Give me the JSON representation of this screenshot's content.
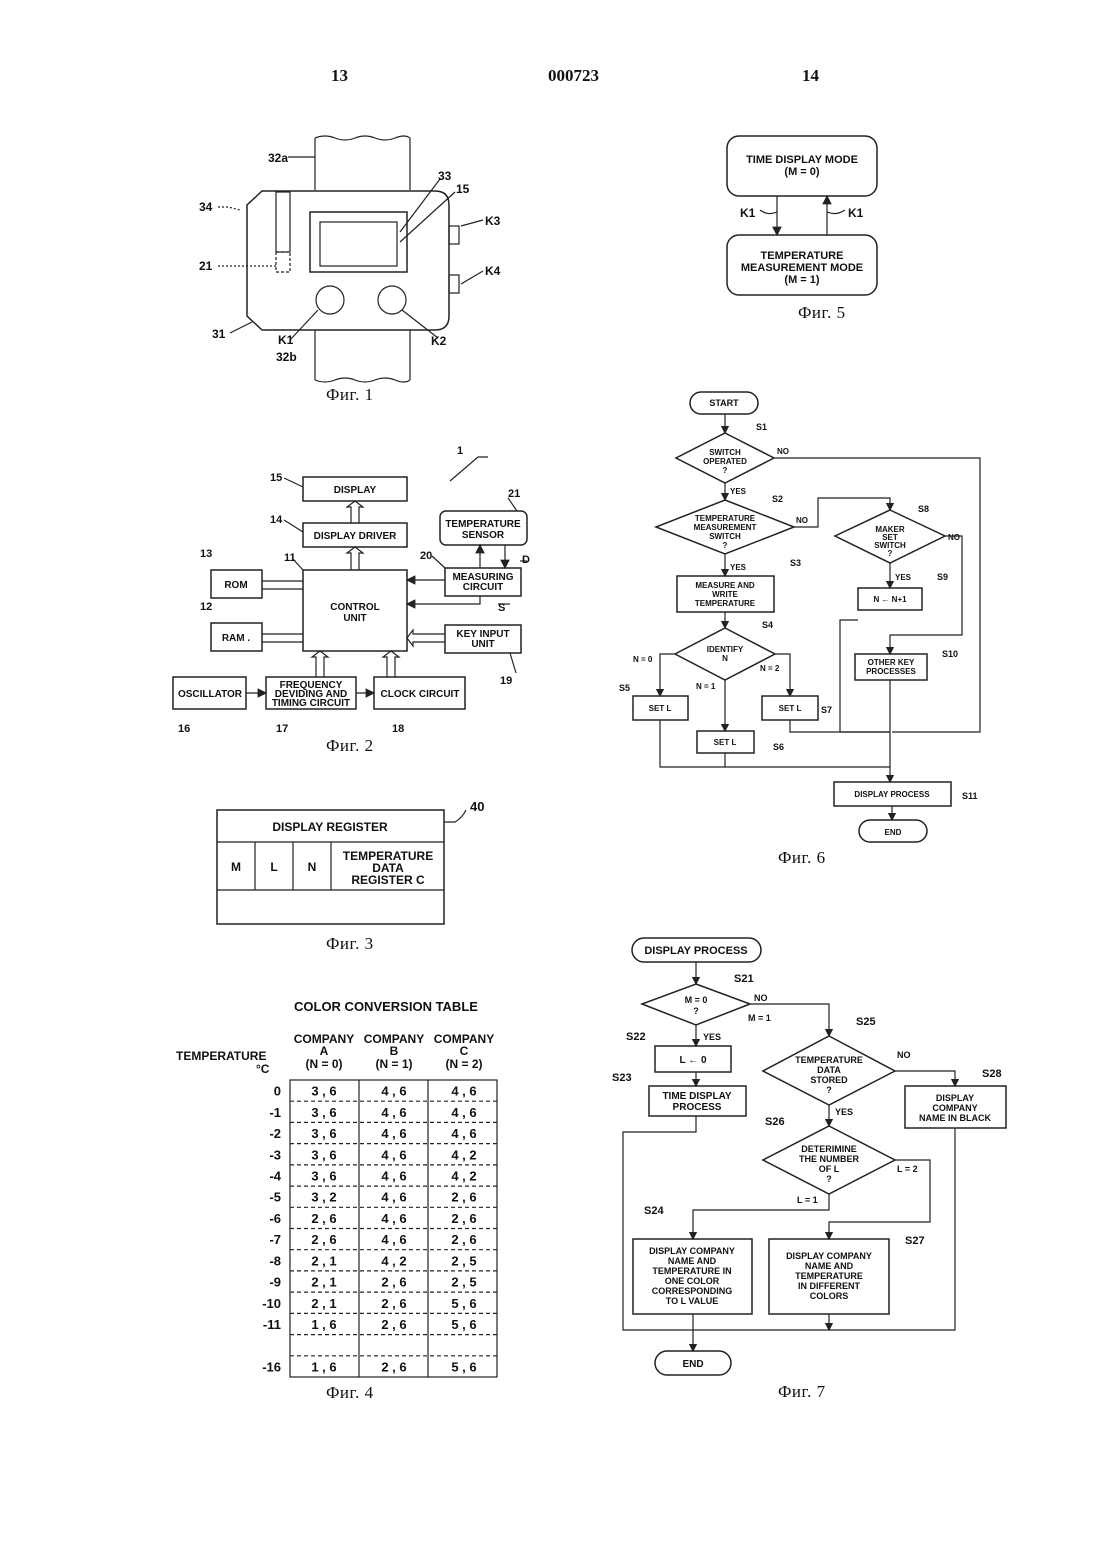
{
  "header": {
    "left_page": "13",
    "doc_number": "000723",
    "right_page": "14"
  },
  "captions": {
    "fig1": "Фиг. 1",
    "fig2": "Фиг. 2",
    "fig3": "Фиг. 3",
    "fig4": "Фиг. 4",
    "fig5": "Фиг. 5",
    "fig6": "Фиг. 6",
    "fig7": "Фиг. 7"
  },
  "fig1": {
    "labels": {
      "band_top": "32a",
      "band_bottom": "32b",
      "window": "34",
      "sensor": "21",
      "case": "31",
      "screen_frame": "33",
      "display": "15",
      "k1": "K1",
      "k2": "K2",
      "k3": "K3",
      "k4": "K4"
    }
  },
  "fig2": {
    "ref_main": "1",
    "blocks": {
      "display": "DISPLAY",
      "driver": "DISPLAY DRIVER",
      "temp_sensor": [
        "TEMPERATURE",
        "SENSOR"
      ],
      "rom": "ROM",
      "ram": "RAM .",
      "control": [
        "CONTROL",
        "UNIT"
      ],
      "measuring": [
        "MEASURING",
        "CIRCUIT"
      ],
      "key_input": [
        "KEY INPUT",
        "UNIT"
      ],
      "oscillator": "OSCILLATOR",
      "freq": [
        "FREQUENCY",
        "DEVIDING AND",
        "TIMING CIRCUIT"
      ],
      "clock": "CLOCK CIRCUIT"
    },
    "refs": {
      "display": "15",
      "driver": "14",
      "rom": "13",
      "ram": "12",
      "control": "11",
      "sensor": "21",
      "measuring": "20",
      "d": "D",
      "s": "S",
      "key_input": "19",
      "oscillator": "16",
      "freq": "17",
      "clock": "18"
    }
  },
  "fig3": {
    "ref": "40",
    "title": "DISPLAY REGISTER",
    "cells": [
      "M",
      "L",
      "N"
    ],
    "data_cell": [
      "TEMPERATURE",
      "DATA",
      "REGISTER C"
    ]
  },
  "fig4": {
    "title": "COLOR CONVERSION TABLE",
    "row_header": [
      "TEMPERATURE",
      "°C"
    ],
    "columns": [
      {
        "name": "COMPANY",
        "letter": "A",
        "n": "(N = 0)"
      },
      {
        "name": "COMPANY",
        "letter": "B",
        "n": "(N = 1)"
      },
      {
        "name": "COMPANY",
        "letter": "C",
        "n": "(N = 2)"
      }
    ],
    "rows": [
      {
        "t": "0",
        "a": "3 , 6",
        "b": "4 , 6",
        "c": "4 , 6"
      },
      {
        "t": "-1",
        "a": "3 , 6",
        "b": "4 , 6",
        "c": "4 , 6"
      },
      {
        "t": "-2",
        "a": "3 , 6",
        "b": "4 , 6",
        "c": "4 , 6"
      },
      {
        "t": "-3",
        "a": "3 , 6",
        "b": "4 , 6",
        "c": "4 , 2"
      },
      {
        "t": "-4",
        "a": "3 , 6",
        "b": "4 , 6",
        "c": "4 , 2"
      },
      {
        "t": "-5",
        "a": "3 , 2",
        "b": "4 , 6",
        "c": "2 , 6"
      },
      {
        "t": "-6",
        "a": "2 , 6",
        "b": "4 , 6",
        "c": "2 , 6"
      },
      {
        "t": "-7",
        "a": "2 , 6",
        "b": "4 , 6",
        "c": "2 , 6"
      },
      {
        "t": "-8",
        "a": "2 , 1",
        "b": "4 , 2",
        "c": "2 , 5"
      },
      {
        "t": "-9",
        "a": "2 , 1",
        "b": "2 , 6",
        "c": "2 , 5"
      },
      {
        "t": "-10",
        "a": "2 , 1",
        "b": "2 , 6",
        "c": "5 , 6"
      },
      {
        "t": "-11",
        "a": "1 , 6",
        "b": "2 , 6",
        "c": "5 , 6"
      },
      {
        "t": "",
        "a": "",
        "b": "",
        "c": ""
      },
      {
        "t": "-16",
        "a": "1 , 6",
        "b": "2 , 6",
        "c": "5 , 6"
      }
    ]
  },
  "fig5": {
    "mode_time": [
      "TIME DISPLAY MODE",
      "(M = 0)"
    ],
    "mode_temp": [
      "TEMPERATURE",
      "MEASUREMENT MODE",
      "(M = 1)"
    ],
    "k1_left": "K1",
    "k1_right": "K1"
  },
  "fig6": {
    "start": "START",
    "end": "END",
    "s1": [
      "SWITCH",
      "OPERATED",
      "?"
    ],
    "s2": [
      "TEMPERATURE",
      "MEASUREMENT",
      "SWITCH",
      "?"
    ],
    "s3": [
      "MEASURE AND",
      "WRITE",
      "TEMPERATURE"
    ],
    "s4": [
      "IDENTIFY",
      "N"
    ],
    "s8": [
      "MAKER",
      "SET",
      "SWITCH",
      "?"
    ],
    "s9": "N ← N+1",
    "s10": [
      "OTHER KEY",
      "PROCESSES"
    ],
    "s11": "DISPLAY PROCESS",
    "set_l": "SET L",
    "steps": {
      "s1": "S1",
      "s2": "S2",
      "s3": "S3",
      "s4": "S4",
      "s5": "S5",
      "s6": "S6",
      "s7": "S7",
      "s8": "S8",
      "s9": "S9",
      "s10": "S10",
      "s11": "S11"
    },
    "yes": "YES",
    "no": "NO",
    "n0": "N = 0",
    "n1": "N = 1",
    "n2": "N = 2"
  },
  "fig7": {
    "start": "DISPLAY PROCESS",
    "end": "END",
    "s21": [
      "M = 0",
      "?"
    ],
    "s22": "L ← 0",
    "s23": [
      "TIME DISPLAY",
      "PROCESS"
    ],
    "s25": [
      "TEMPERATURE",
      "DATA",
      "STORED",
      "?"
    ],
    "s26": [
      "DETERIMINE",
      "THE NUMBER",
      "OF L",
      "?"
    ],
    "s28": [
      "DISPLAY",
      "COMPANY",
      "NAME IN BLACK"
    ],
    "s24": [
      "DISPLAY COMPANY",
      "NAME AND",
      "TEMPERATURE IN",
      "ONE COLOR",
      "CORRESPONDING",
      "TO L VALUE"
    ],
    "s27": [
      "DISPLAY COMPANY",
      "NAME AND",
      "TEMPERATURE",
      "IN DIFFERENT",
      "COLORS"
    ],
    "steps": {
      "s21": "S21",
      "s22": "S22",
      "s23": "S23",
      "s24": "S24",
      "s25": "S25",
      "s26": "S26",
      "s27": "S27",
      "s28": "S28"
    },
    "yes": "YES",
    "no": "NO",
    "m1": "M = 1",
    "l1": "L = 1",
    "l2": "L = 2"
  }
}
